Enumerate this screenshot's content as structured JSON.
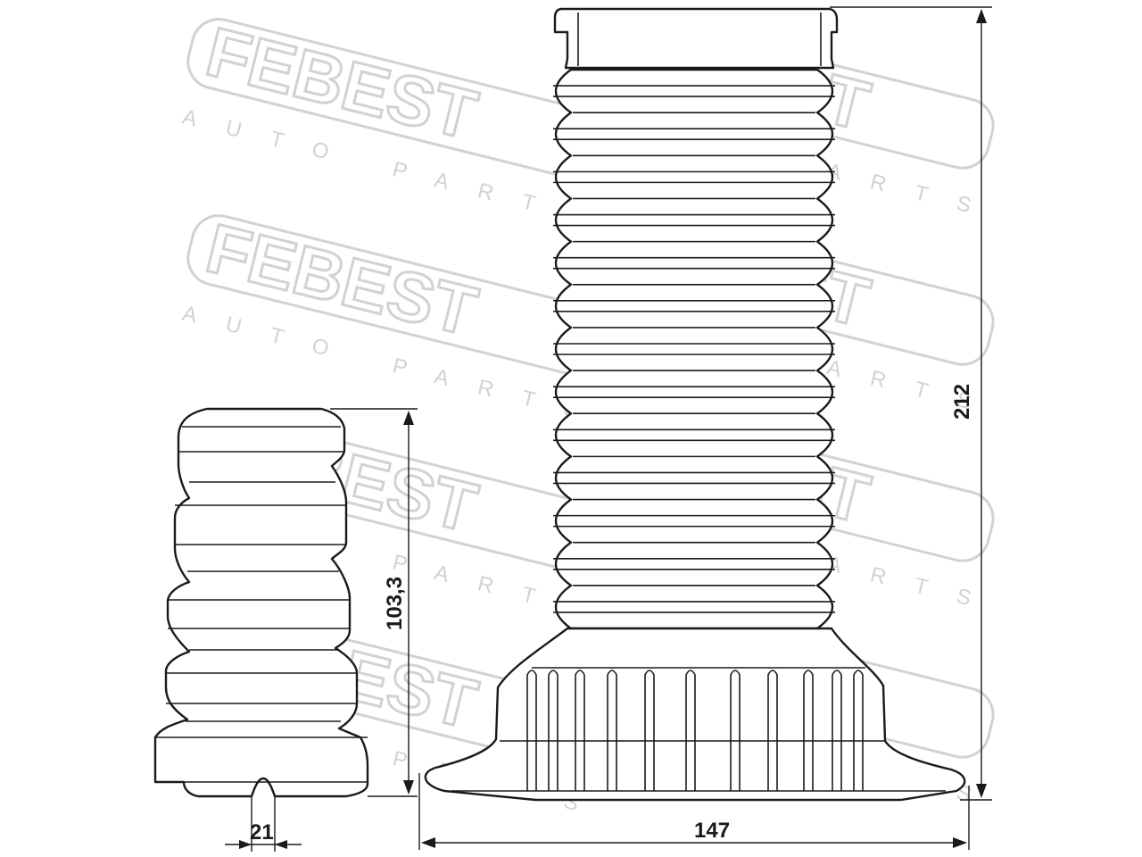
{
  "watermark": {
    "brand": "FEBEST",
    "tagline": "AUTO PARTS"
  },
  "dimensions": {
    "bumper_height": "103,3",
    "bumper_inner_diameter": "21",
    "boot_height": "212",
    "boot_base_width": "147"
  },
  "colors": {
    "line": "#1a1a1a",
    "watermark": "#d2d2d2",
    "background": "#ffffff"
  }
}
